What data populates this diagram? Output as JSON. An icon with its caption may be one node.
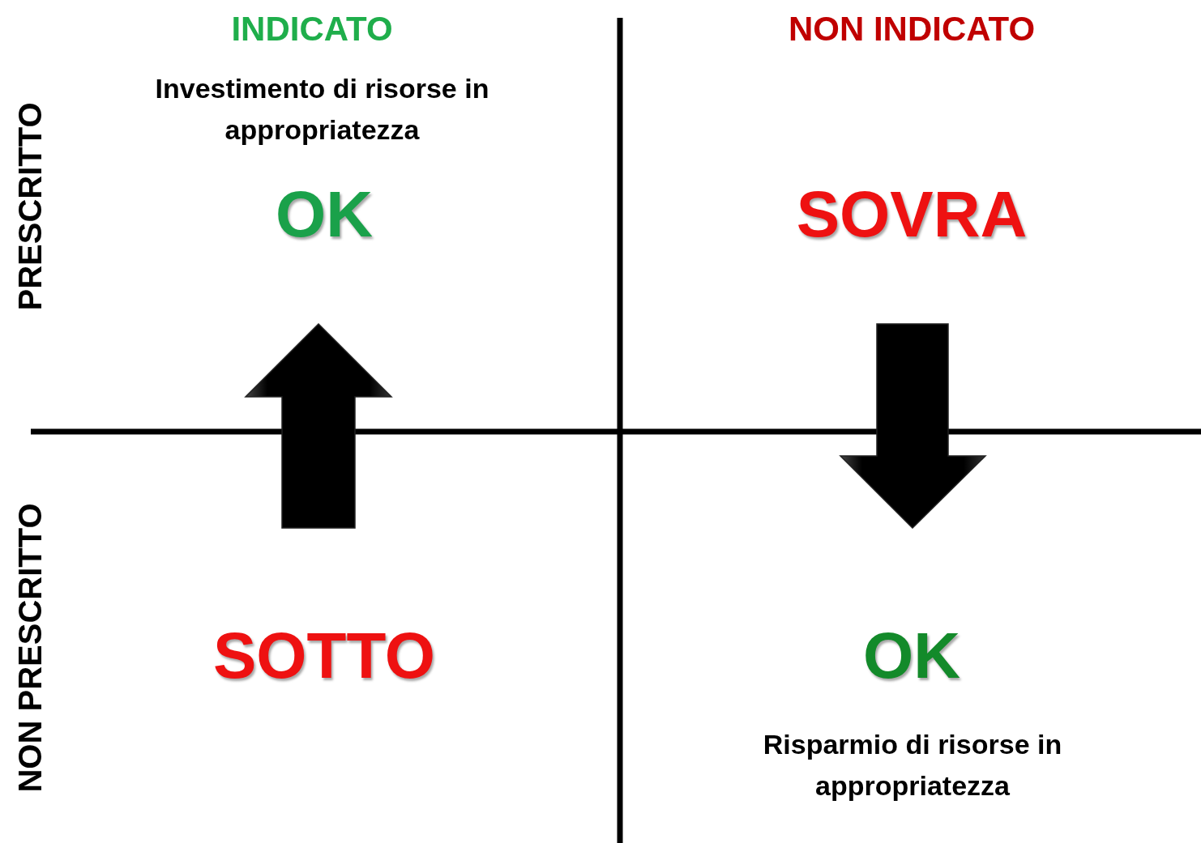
{
  "diagram": {
    "labels": [
      "INDICATO",
      "NON INDICATO",
      "PRESCRITTO",
      "Investimento di risorse in appropriatezza",
      "OK",
      "SOVRA",
      "NON PRESCRITTO",
      "SOTTO",
      "OK",
      "Risparmio di risorse in appropriatezza"
    ]
  }
}
